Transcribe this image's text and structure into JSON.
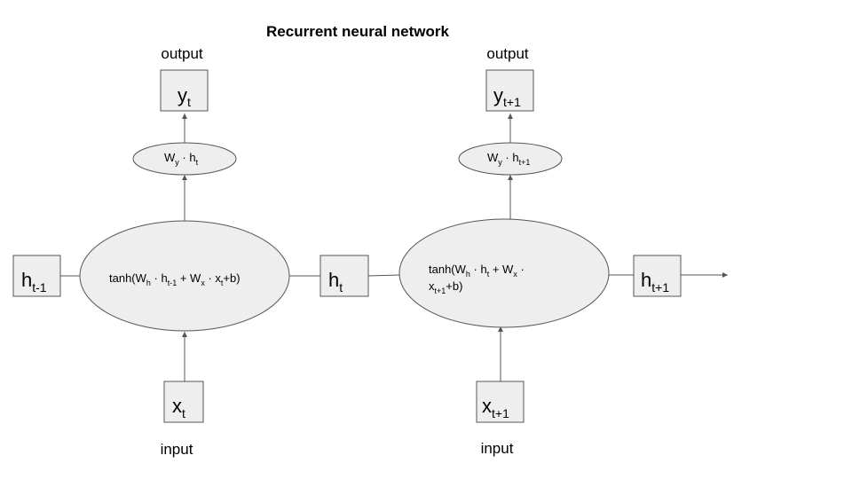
{
  "title": "Recurrent neural network",
  "labels": {
    "output_left": "output",
    "output_right": "output",
    "input_left": "input",
    "input_right": "input"
  },
  "boxes": {
    "y_t": {
      "main": "y",
      "sub": "t"
    },
    "y_t1": {
      "main": "y",
      "sub": "t+1"
    },
    "h_prev": {
      "main": "h",
      "sub": "t-1"
    },
    "h_t": {
      "main": "h",
      "sub": "t"
    },
    "h_next": {
      "main": "h",
      "sub": "t+1"
    },
    "x_t": {
      "main": "x",
      "sub": "t"
    },
    "x_t1": {
      "main": "x",
      "sub": "t+1"
    }
  },
  "ellipses": {
    "wy_left": {
      "w": "W",
      "wsub": "y",
      "dot": " · h",
      "hsub": "t"
    },
    "wy_right": {
      "w": "W",
      "wsub": "y",
      "dot": " · h",
      "hsub": "t+1"
    },
    "cell_left": {
      "p1": "tanh(W",
      "s1": "h",
      "p2": " · h",
      "s2": "t-1",
      "p3": " + W",
      "s3": "x",
      "p4": " · x",
      "s4": "t",
      "p5": "+b)"
    },
    "cell_right": {
      "line1": {
        "p1": "tanh(W",
        "s1": "h",
        "p2": " · h",
        "s2": "t",
        "p3": " + W",
        "s3": "x",
        "p4": " ·"
      },
      "line2": {
        "p1": "x",
        "s1": "t+1",
        "p2": "+b)"
      }
    }
  },
  "colors": {
    "shape_fill": "#eeeeee",
    "stroke": "#555555",
    "text": "#000000"
  }
}
